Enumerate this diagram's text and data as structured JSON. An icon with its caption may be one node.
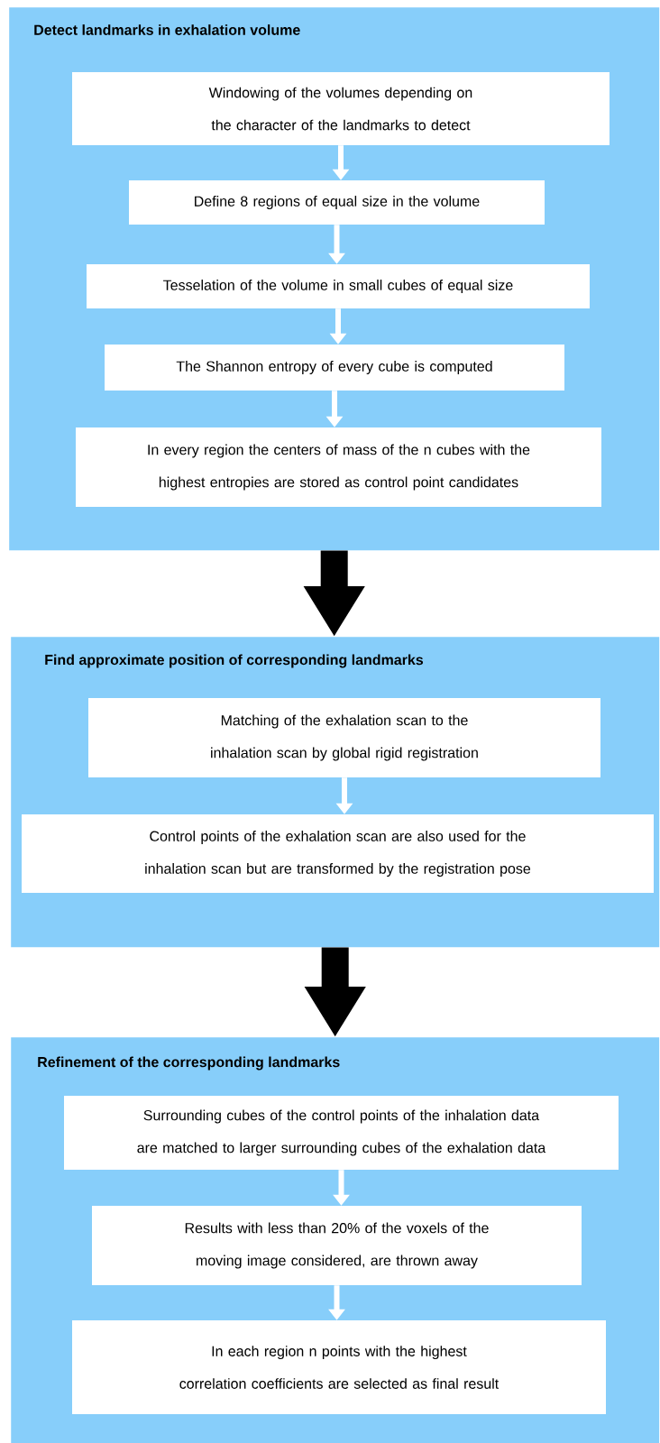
{
  "diagram": {
    "nodes": [
      {
        "text": [
          "Detect landmarks in exhalation volume"
        ]
      },
      {
        "text": [
          "Windowing of the volumes depending on the character of the landmarks to detect"
        ],
        "in": 0
      },
      {
        "text": [
          "Define 8 regions of equal size in the volume"
        ],
        "in": 0
      },
      {
        "text": [
          "Tesselation of the volume in small cubes of equal size"
        ],
        "in": 0
      },
      {
        "text": [
          "The Shannon entropy of every cube is computed"
        ],
        "in": 0
      },
      {
        "text": [
          "In every region the centers of mass of the n cubes with the highest entropies are stored as control point candidates"
        ],
        "in": 0
      },
      {
        "text": [
          "Find approximate position of corresponding landmarks"
        ]
      },
      {
        "text": [
          "Matching of the exhalation scan to the inhalation scan by global rigid registration"
        ],
        "in": 6
      },
      {
        "text": [
          "Control points of the exhalation scan are also used for the inhalation scan but are transformed by the registration pose"
        ],
        "in": 6
      },
      {
        "text": [
          "Refinement of the corresponding landmarks"
        ]
      },
      {
        "text": [
          "Surrounding cubes of the control points of the inhalation data are matched to larger surrounding cubes of the exhalation data"
        ],
        "in": 9
      },
      {
        "text": [
          "Results with less than 20% of the voxels of the moving image considered, are thrown away"
        ],
        "in": 9
      },
      {
        "text": [
          "In each region n points with the highest correlation coefficients are selected as final result"
        ],
        "in": 9
      }
    ],
    "edges": [
      {
        "from": 1,
        "to": 2,
        "arrow": "to"
      },
      {
        "from": 2,
        "to": 3,
        "arrow": "to"
      },
      {
        "from": 3,
        "to": 4,
        "arrow": "to"
      },
      {
        "from": 4,
        "to": 5,
        "arrow": "to"
      },
      {
        "from": 0,
        "to": 6,
        "arrow": "to",
        "style": "thick",
        "color": "#000000"
      },
      {
        "from": 7,
        "to": 8,
        "arrow": "to"
      },
      {
        "from": 6,
        "to": 9,
        "arrow": "to",
        "style": "thick",
        "color": "#000000"
      },
      {
        "from": 10,
        "to": 11,
        "arrow": "to"
      },
      {
        "from": 11,
        "to": 12,
        "arrow": "to"
      }
    ]
  }
}
